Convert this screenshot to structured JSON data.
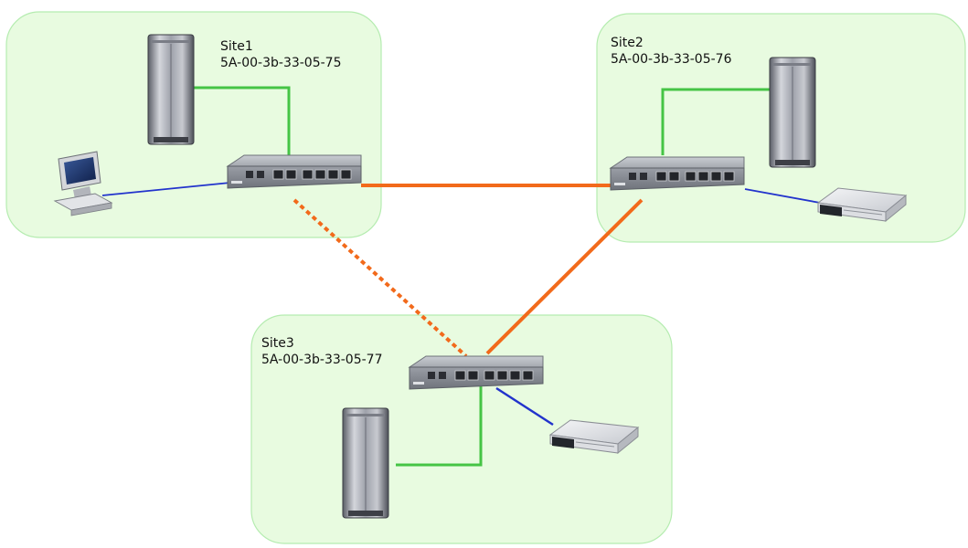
{
  "sites": [
    {
      "name": "Site1",
      "address": "5A-00-3b-33-05-75"
    },
    {
      "name": "Site2",
      "address": "5A-00-3b-33-05-76"
    },
    {
      "name": "Site3",
      "address": "5A-00-3b-33-05-77"
    }
  ],
  "colors": {
    "site_fill": "#e8fbe0",
    "site_border": "#b5ecb0",
    "trunk_link": "#f26a1b",
    "lan_green": "#45c445",
    "lan_blue": "#2233cc"
  }
}
